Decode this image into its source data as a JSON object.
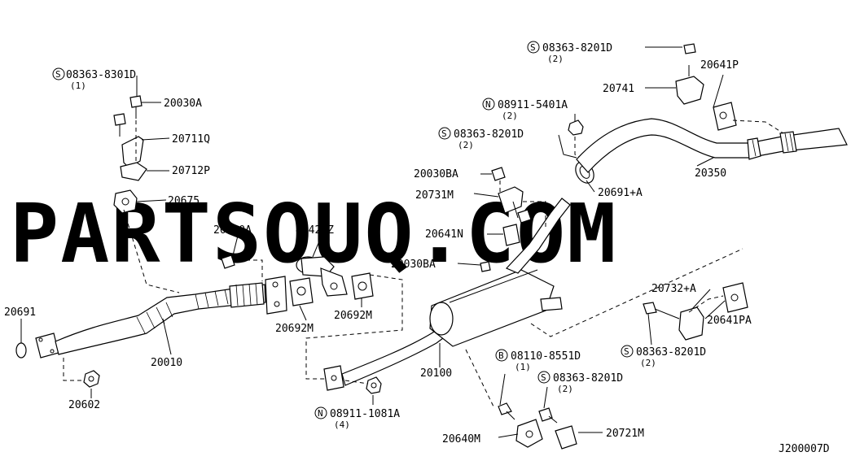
{
  "watermark": "PARTSOUQ.COM",
  "diagram_ref": "J200007D",
  "labels": {
    "s08363_8301d": "08363-8301D",
    "s08363_8301d_qty": "(1)",
    "p20030a": "20030A",
    "p20711q": "20711Q",
    "p20712p": "20712P",
    "p20675": "20675",
    "p20020a": "20020A",
    "p47420z": "47420Z",
    "p20691": "20691",
    "p20010": "20010",
    "p20602": "20602",
    "p20692m_left": "20692M",
    "p20692m_right": "20692M",
    "s08363_8201d_top": "08363-8201D",
    "s08363_8201d_top_qty": "(2)",
    "p20641p": "20641P",
    "p20741": "20741",
    "n08911_5401a": "08911-5401A",
    "n08911_5401a_qty": "(2)",
    "s08363_8201d_mid": "08363-8201D",
    "s08363_8201d_mid_qty": "(2)",
    "p20350": "20350",
    "p20030ba_top": "20030BA",
    "p20731m": "20731M",
    "p20691a": "20691+A",
    "p20641n": "20641N",
    "p20030ba_bottom": "20030BA",
    "p20732a": "20732+A",
    "p20641pa": "20641PA",
    "s08363_8201d_right": "08363-8201D",
    "s08363_8201d_right_qty": "(2)",
    "b08110_8551d": "08110-8551D",
    "b08110_8551d_qty": "(1)",
    "p20100": "20100",
    "s08363_8201d_bottom": "08363-8201D",
    "s08363_8201d_bottom_qty": "(2)",
    "n08911_1081a": "08911-1081A",
    "n08911_1081a_qty": "(4)",
    "p20640m": "20640M",
    "p20721m": "20721M"
  },
  "prefix_symbols": {
    "s": "S",
    "n": "N",
    "b": "B"
  }
}
